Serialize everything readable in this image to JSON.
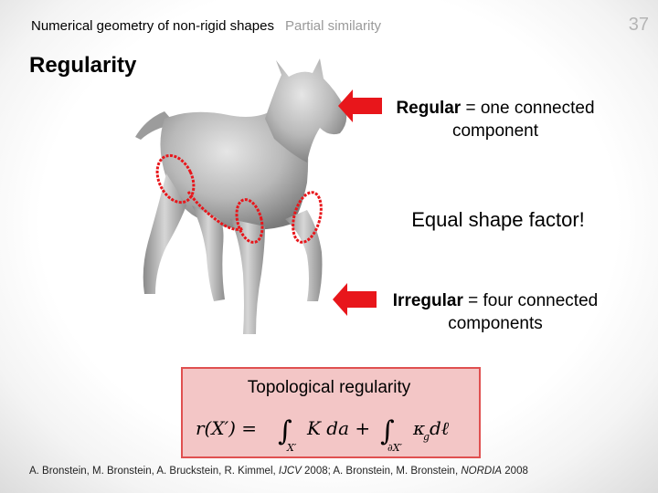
{
  "header": {
    "course": "Numerical geometry of non-rigid shapes",
    "section": "Partial similarity",
    "page_number": "37"
  },
  "title": "Regularity",
  "label_top": {
    "bold": "Regular",
    "rest": " = one connected component"
  },
  "label_middle": "Equal shape factor!",
  "label_bottom": {
    "bold": "Irregular",
    "rest": " = four connected components"
  },
  "box": {
    "title": "Topological regularity",
    "formula": {
      "lhs": "r(X′) = ",
      "int1_sub": "X′",
      "term1": "K da + ",
      "int2_sub": "∂X′",
      "term2": "κ",
      "term2_sub": "g",
      "term2_end": " dℓ"
    }
  },
  "citation": {
    "part1": "A. Bronstein, M. Bronstein, A. Bruckstein, R. Kimmel, ",
    "journal1": "IJCV",
    "part2": " 2008; A. Bronstein, M. Bronstein, ",
    "journal2": "NORDIA",
    "part3": " 2008"
  },
  "colors": {
    "accent_red": "#e8161b",
    "box_fill": "#f3c6c6",
    "box_border": "#e05050",
    "subtitle_gray": "#9a9a9a"
  }
}
